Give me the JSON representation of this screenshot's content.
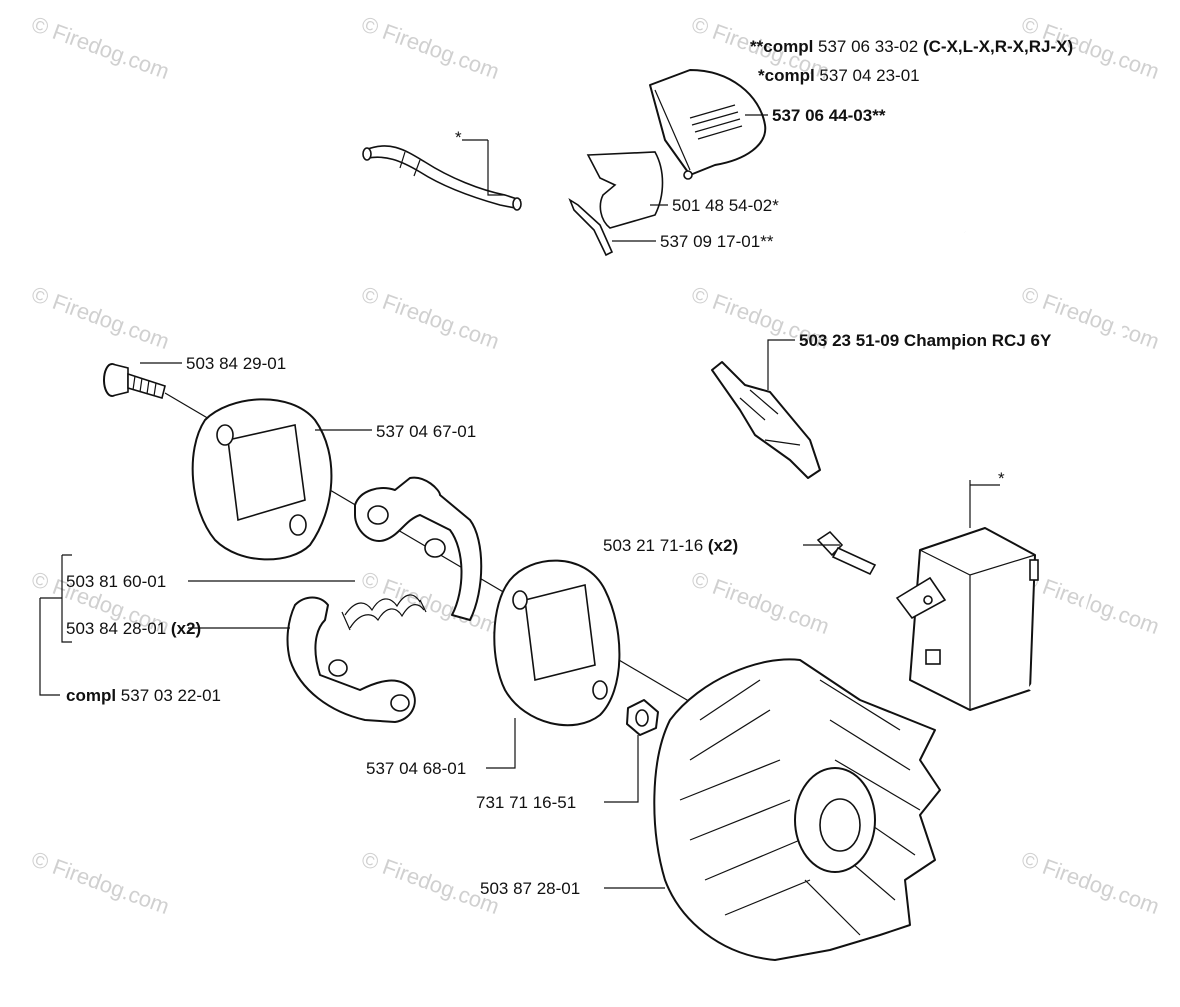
{
  "watermark": "© Firedog.com",
  "labels": {
    "compl_ds_stars": "**",
    "compl_ds_word": "compl",
    "compl_ds_num": " 537 06 33-02 ",
    "compl_ds_variants": "(C-X,L-X,R-X,RJ-X)",
    "compl_s_star": "*",
    "compl_s_word": "compl",
    "compl_s_num": " 537 04 23-01",
    "p_537064403": "537 06 44-03**",
    "p_tube_star": "*",
    "p_501485402": "501 48 54-02*",
    "p_537091701": "537 09 17-01**",
    "p_503235109": "503 23 51-09 Champion RCJ 6Y",
    "p_503842901": "503 84 29-01",
    "p_537046701": "537 04 67-01",
    "p_503217116": "503 21 71-16 ",
    "p_503217116_qty": "(x2)",
    "p_module_star": "*",
    "p_503816001": "503 81 60-01",
    "p_503842801": "503 84 28-01 ",
    "p_503842801_qty": "(x2)",
    "compl_clutch_word": "compl",
    "compl_clutch_num": " 537 03 22-01",
    "p_537046801": "537 04 68-01",
    "p_731711651": "731 71 16-51",
    "p_503872801": "503 87 28-01"
  }
}
